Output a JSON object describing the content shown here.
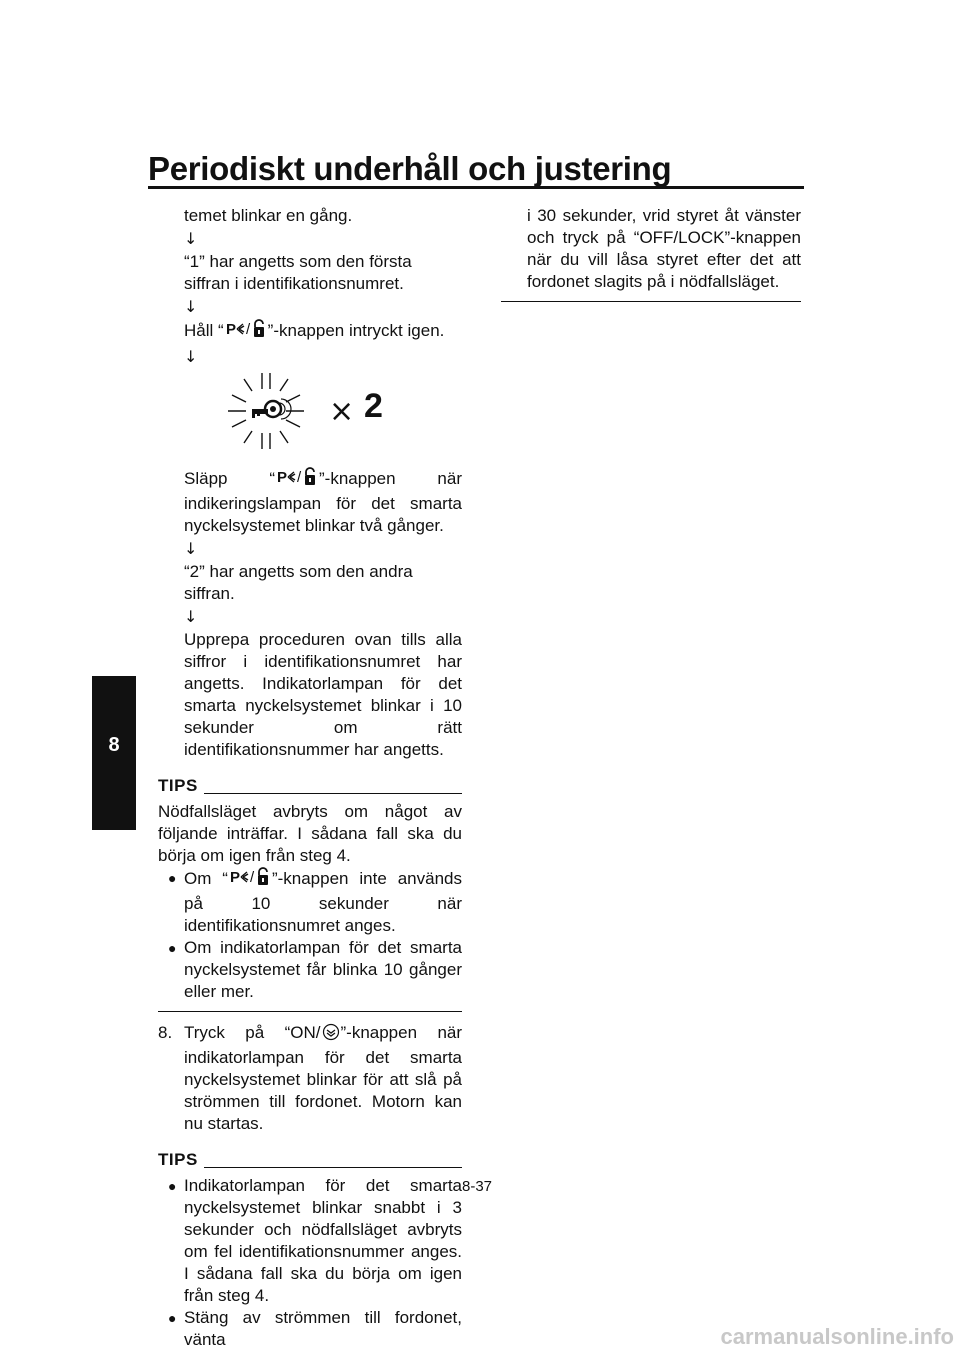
{
  "header": {
    "title": "Periodiskt underhåll och justering"
  },
  "side_tab": {
    "label": "8"
  },
  "arrow": "↓",
  "col1": {
    "p1": "temet blinkar en gång.",
    "p2": "“1” har angetts som den första siffran i identifikationsnumret.",
    "p3_a": "Håll “",
    "p3_b": "”-knappen intryckt igen.",
    "figure": {
      "times_symbol": "×",
      "count": "2"
    },
    "p4_a": "Släpp “",
    "p4_b": "”-knappen när indikeringslampan för det smarta nyckelsystemet blinkar två gånger.",
    "p5": "“2” har angetts som den andra siffran.",
    "p6": "Upprepa proceduren ovan tills alla siffror i identifikationsnumret har angetts. Indikatorlampan för det smarta nyckelsystemet blinkar i 10 sekunder om rätt identifikationsnummer har angetts.",
    "tips1": {
      "label": "TIPS",
      "intro": "Nödfallsläget avbryts om något av följande inträffar. I sådana fall ska du börja om igen från steg 4.",
      "b1_a": "Om “",
      "b1_b": "”-knappen inte används på 10 sekunder när identifikationsnumret anges.",
      "b2": "Om indikatorlampan för det smarta nyckelsystemet får blinka 10 gånger eller mer."
    },
    "step8": {
      "num": "8.",
      "text_a": "Tryck på “ON/",
      "text_b": "”-knappen när indikatorlampan för det smarta nyckelsystemet blinkar för att slå på strömmen till fordonet. Motorn kan nu startas."
    },
    "tips2": {
      "label": "TIPS",
      "b1": "Indikatorlampan för det smarta nyckelsystemet blinkar snabbt i 3 sekunder och nödfallsläget avbryts om fel identifikationsnummer anges. I sådana fall ska du börja om igen från steg 4.",
      "b2": "Stäng av strömmen till fordonet, vänta"
    }
  },
  "col2": {
    "p1": "i 30 sekunder, vrid styret åt vänster och tryck på “OFF/LOCK”-knappen när du vill låsa styret efter det att fordonet slagits på i nödfallsläget."
  },
  "bullet_symbol": "●",
  "page_number": "8-37",
  "watermark": "carmanualsonline.info"
}
